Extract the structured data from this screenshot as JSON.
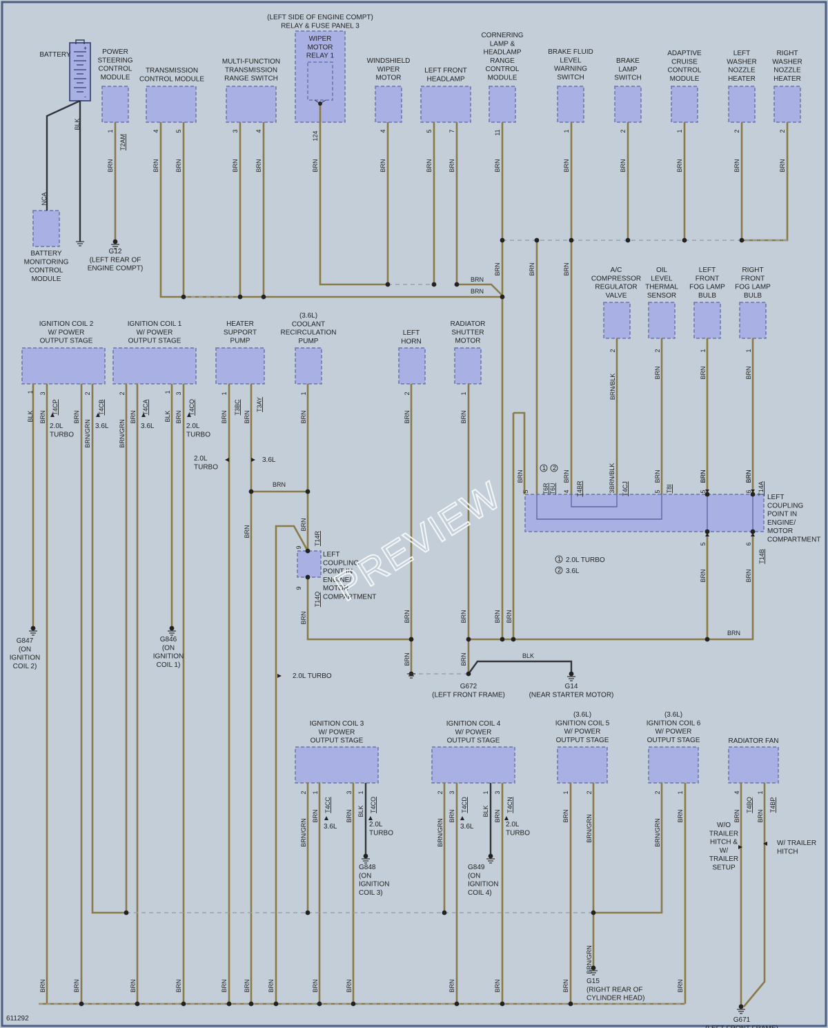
{
  "drawing_number": "611292",
  "watermark": "PREVIEW",
  "wire_colors": {
    "BRN": "#8a7a48",
    "BLK": "#33343a",
    "component_fill": "#a9b1e4",
    "bus": "#9aa0ac"
  },
  "legend": {
    "c1": "1",
    "t1": "2.0L TURBO",
    "c2": "2",
    "t2": "3.6L"
  },
  "components": [
    {
      "id": "battery",
      "lines": [
        "BATTERY"
      ]
    },
    {
      "id": "bmcm",
      "lines": [
        "BATTERY",
        "MONITORING",
        "CONTROL",
        "MODULE"
      ]
    },
    {
      "id": "pscm",
      "lines": [
        "POWER",
        "STEERING",
        "CONTROL",
        "MODULE"
      ]
    },
    {
      "id": "tcm",
      "lines": [
        "TRANSMISSION",
        "CONTROL MODULE"
      ]
    },
    {
      "id": "mfs",
      "lines": [
        "MULTI-FUNCTION",
        "TRANSMISSION",
        "RANGE SWITCH"
      ]
    },
    {
      "id": "relaypanel",
      "lines": [
        "(LEFT SIDE OF ENGINE COMPT)",
        "RELAY & FUSE PANEL 3"
      ]
    },
    {
      "id": "wiperrelay",
      "lines": [
        "WIPER",
        "MOTOR",
        "RELAY 1"
      ]
    },
    {
      "id": "wiper",
      "lines": [
        "WINDSHIELD",
        "WIPER",
        "MOTOR"
      ]
    },
    {
      "id": "lfhead",
      "lines": [
        "LEFT FRONT",
        "HEADLAMP"
      ]
    },
    {
      "id": "cornering",
      "lines": [
        "CORNERING",
        "LAMP &",
        "HEADLAMP",
        "RANGE",
        "CONTROL",
        "MODULE"
      ]
    },
    {
      "id": "brakefluid",
      "lines": [
        "BRAKE FLUID",
        "LEVEL",
        "WARNING",
        "SWITCH"
      ]
    },
    {
      "id": "brakelamp",
      "lines": [
        "BRAKE",
        "LAMP",
        "SWITCH"
      ]
    },
    {
      "id": "acc",
      "lines": [
        "ADAPTIVE",
        "CRUISE",
        "CONTROL",
        "MODULE"
      ]
    },
    {
      "id": "lwasher",
      "lines": [
        "LEFT",
        "WASHER",
        "NOZZLE",
        "HEATER"
      ]
    },
    {
      "id": "rwasher",
      "lines": [
        "RIGHT",
        "WASHER",
        "NOZZLE",
        "HEATER"
      ]
    },
    {
      "id": "accomp",
      "lines": [
        "A/C",
        "COMPRESSOR",
        "REGULATOR",
        "VALVE"
      ]
    },
    {
      "id": "oillevel",
      "lines": [
        "OIL",
        "LEVEL",
        "THERMAL",
        "SENSOR"
      ]
    },
    {
      "id": "lfog",
      "lines": [
        "LEFT",
        "FRONT",
        "FOG LAMP",
        "BULB"
      ]
    },
    {
      "id": "rfog",
      "lines": [
        "RIGHT",
        "FRONT",
        "FOG LAMP",
        "BULB"
      ]
    },
    {
      "id": "ic2",
      "lines": [
        "IGNITION COIL 2",
        "W/ POWER",
        "OUTPUT STAGE"
      ]
    },
    {
      "id": "ic1",
      "lines": [
        "IGNITION COIL 1",
        "W/ POWER",
        "OUTPUT STAGE"
      ]
    },
    {
      "id": "heater",
      "lines": [
        "HEATER",
        "SUPPORT",
        "PUMP"
      ]
    },
    {
      "id": "coolant",
      "lines": [
        "(3.6L)",
        "COOLANT",
        "RECIRCULATION",
        "PUMP"
      ]
    },
    {
      "id": "lhorn",
      "lines": [
        "LEFT",
        "HORN"
      ]
    },
    {
      "id": "radshutter",
      "lines": [
        "RADIATOR",
        "SHUTTER",
        "MOTOR"
      ]
    },
    {
      "id": "lcp1",
      "lines": [
        "LEFT",
        "COUPLING",
        "POINT IN",
        "ENGINE/",
        "MOTOR",
        "COMPARTMENT"
      ]
    },
    {
      "id": "lcp2",
      "lines": [
        "LEFT",
        "COUPLING",
        "POINT IN",
        "ENGINE/",
        "MOTOR",
        "COMPARTMENT"
      ]
    },
    {
      "id": "ic3",
      "lines": [
        "IGNITION COIL 3",
        "W/ POWER",
        "OUTPUT STAGE"
      ]
    },
    {
      "id": "ic4",
      "lines": [
        "IGNITION COIL 4",
        "W/ POWER",
        "OUTPUT STAGE"
      ]
    },
    {
      "id": "ic5",
      "lines": [
        "(3.6L)",
        "IGNITION COIL 5",
        "W/ POWER",
        "OUTPUT STAGE"
      ]
    },
    {
      "id": "ic6",
      "lines": [
        "(3.6L)",
        "IGNITION COIL 6",
        "W/ POWER",
        "OUTPUT STAGE"
      ]
    },
    {
      "id": "radfan",
      "lines": [
        "RADIATOR FAN"
      ]
    }
  ],
  "grounds": [
    {
      "id": "g12",
      "lines": [
        "G12",
        "(LEFT REAR OF",
        "ENGINE COMPT)"
      ]
    },
    {
      "id": "g847",
      "lines": [
        "G847",
        "(ON",
        "IGNITION",
        "COIL 2)"
      ]
    },
    {
      "id": "g846",
      "lines": [
        "G846",
        "(ON",
        "IGNITION",
        "COIL 1)"
      ]
    },
    {
      "id": "g672",
      "lines": [
        "G672",
        "(LEFT FRONT FRAME)"
      ]
    },
    {
      "id": "g14",
      "lines": [
        "G14",
        "(NEAR STARTER MOTOR)"
      ]
    },
    {
      "id": "g848",
      "lines": [
        "G848",
        "(ON",
        "IGNITION",
        "COIL 3)"
      ]
    },
    {
      "id": "g849",
      "lines": [
        "G849",
        "(ON",
        "IGNITION",
        "COIL 4)"
      ]
    },
    {
      "id": "g15",
      "lines": [
        "G15",
        "(RIGHT REAR OF",
        "CYLINDER HEAD)"
      ]
    },
    {
      "id": "g671",
      "lines": [
        "G671",
        "(LEFT FRONT FRAME)"
      ]
    }
  ],
  "notes": [
    {
      "id": "n_ic2_turbo",
      "lines": [
        "2.0L",
        "TURBO"
      ]
    },
    {
      "id": "n_ic2_36",
      "lines": [
        "3.6L"
      ]
    },
    {
      "id": "n_ic1_36",
      "lines": [
        "3.6L"
      ]
    },
    {
      "id": "n_ic1_turbo",
      "lines": [
        "2.0L",
        "TURBO"
      ]
    },
    {
      "id": "n_heat_turbo",
      "lines": [
        "2.0L",
        "TURBO"
      ]
    },
    {
      "id": "n_heat_36",
      "lines": [
        "3.6L"
      ]
    },
    {
      "id": "n_mid_turbo",
      "lines": [
        "2.0L TURBO"
      ]
    },
    {
      "id": "n_ic3_36",
      "lines": [
        "3.6L"
      ]
    },
    {
      "id": "n_ic3_turbo",
      "lines": [
        "2.0L",
        "TURBO"
      ]
    },
    {
      "id": "n_ic4_36",
      "lines": [
        "3.6L"
      ]
    },
    {
      "id": "n_ic4_turbo",
      "lines": [
        "2.0L",
        "TURBO"
      ]
    },
    {
      "id": "n_fan_wo",
      "lines": [
        "W/O",
        "TRAILER",
        "HITCH &",
        "W/",
        "TRAILER",
        "SETUP"
      ]
    },
    {
      "id": "n_fan_w",
      "lines": [
        "W/ TRAILER",
        "HITCH"
      ]
    }
  ],
  "vtext": [
    {
      "id": "v1",
      "t": "BLK"
    },
    {
      "id": "v2",
      "t": "NCA"
    },
    {
      "id": "v3",
      "t": "1"
    },
    {
      "id": "v4",
      "t": "T2AM"
    },
    {
      "id": "v5",
      "t": "BRN"
    },
    {
      "id": "v6",
      "t": "4"
    },
    {
      "id": "v7",
      "t": "5"
    },
    {
      "id": "v8",
      "t": "BRN"
    },
    {
      "id": "v9",
      "t": "BRN"
    },
    {
      "id": "v10",
      "t": "3"
    },
    {
      "id": "v11",
      "t": "4"
    },
    {
      "id": "v12",
      "t": "BRN"
    },
    {
      "id": "v13",
      "t": "BRN"
    },
    {
      "id": "v14",
      "t": "124"
    },
    {
      "id": "v15",
      "t": "BRN"
    },
    {
      "id": "v16",
      "t": "4"
    },
    {
      "id": "v17",
      "t": "BRN"
    },
    {
      "id": "v18",
      "t": "5"
    },
    {
      "id": "v19",
      "t": "7"
    },
    {
      "id": "v20",
      "t": "BRN"
    },
    {
      "id": "v21",
      "t": "BRN"
    },
    {
      "id": "v22",
      "t": "11"
    },
    {
      "id": "v23",
      "t": "BRN"
    },
    {
      "id": "v24",
      "t": "1"
    },
    {
      "id": "v25",
      "t": "BRN"
    },
    {
      "id": "v26",
      "t": "2"
    },
    {
      "id": "v27",
      "t": "BRN"
    },
    {
      "id": "v28",
      "t": "1"
    },
    {
      "id": "v29",
      "t": "BRN"
    },
    {
      "id": "v30",
      "t": "2"
    },
    {
      "id": "v31",
      "t": "BRN"
    },
    {
      "id": "v32",
      "t": "2"
    },
    {
      "id": "v33",
      "t": "BRN"
    },
    {
      "id": "v34",
      "t": "BRN"
    },
    {
      "id": "v35",
      "t": "BRN"
    },
    {
      "id": "v36",
      "t": "BRN"
    },
    {
      "id": "v37",
      "t": "BLK"
    },
    {
      "id": "v38",
      "t": "1"
    },
    {
      "id": "v39",
      "t": "BRN"
    },
    {
      "id": "v40",
      "t": "3"
    },
    {
      "id": "v41",
      "t": "T4CP"
    },
    {
      "id": "v42",
      "t": "BRN"
    },
    {
      "id": "v43",
      "t": "BRN/GRN"
    },
    {
      "id": "v44",
      "t": "2"
    },
    {
      "id": "v45",
      "t": "T4CB"
    },
    {
      "id": "v46",
      "t": "BRN/GRN"
    },
    {
      "id": "v47",
      "t": "2"
    },
    {
      "id": "v48",
      "t": "BRN"
    },
    {
      "id": "v49",
      "t": "T4CA"
    },
    {
      "id": "v50",
      "t": "BLK"
    },
    {
      "id": "v51",
      "t": "1"
    },
    {
      "id": "v52",
      "t": "BRN"
    },
    {
      "id": "v53",
      "t": "3"
    },
    {
      "id": "v54",
      "t": "T4CQ"
    },
    {
      "id": "v55",
      "t": "BRN"
    },
    {
      "id": "v56",
      "t": "1"
    },
    {
      "id": "v57",
      "t": "T3BC"
    },
    {
      "id": "v58",
      "t": "BRN"
    },
    {
      "id": "v59",
      "t": "T3AY"
    },
    {
      "id": "v60",
      "t": "1"
    },
    {
      "id": "v61",
      "t": "BRN"
    },
    {
      "id": "v62",
      "t": "2"
    },
    {
      "id": "v63",
      "t": "BRN"
    },
    {
      "id": "v64",
      "t": "1"
    },
    {
      "id": "v65",
      "t": "BRN"
    },
    {
      "id": "v66",
      "t": "2"
    },
    {
      "id": "v67",
      "t": "BRN/BLK"
    },
    {
      "id": "v68",
      "t": "2"
    },
    {
      "id": "v69",
      "t": "BRN"
    },
    {
      "id": "v70",
      "t": "1"
    },
    {
      "id": "v71",
      "t": "BRN"
    },
    {
      "id": "v72",
      "t": "1"
    },
    {
      "id": "v73",
      "t": "BRN"
    },
    {
      "id": "v74",
      "t": "BRN"
    },
    {
      "id": "v75",
      "t": "BRN"
    },
    {
      "id": "v76",
      "t": "BRN"
    },
    {
      "id": "v77",
      "t": "5"
    },
    {
      "id": "v78",
      "t": "T6R"
    },
    {
      "id": "v79",
      "t": "T6U"
    },
    {
      "id": "v80",
      "t": "BRN"
    },
    {
      "id": "v81",
      "t": "4"
    },
    {
      "id": "v82",
      "t": "T4BR"
    },
    {
      "id": "v83",
      "t": "BRN/BLK"
    },
    {
      "id": "v84",
      "t": "3"
    },
    {
      "id": "v85",
      "t": "T4CJ"
    },
    {
      "id": "v86",
      "t": "BRN"
    },
    {
      "id": "v87",
      "t": "5"
    },
    {
      "id": "v88",
      "t": "T8I"
    },
    {
      "id": "v89",
      "t": "BRN"
    },
    {
      "id": "v90",
      "t": "5"
    },
    {
      "id": "v91",
      "t": "BRN"
    },
    {
      "id": "v92",
      "t": "6"
    },
    {
      "id": "v93",
      "t": "T14A"
    },
    {
      "id": "v94",
      "t": "5"
    },
    {
      "id": "v95",
      "t": "BRN"
    },
    {
      "id": "v96",
      "t": "6"
    },
    {
      "id": "v97",
      "t": "T14B"
    },
    {
      "id": "v98",
      "t": "BRN"
    },
    {
      "id": "v99",
      "t": "BRN"
    },
    {
      "id": "v100",
      "t": "9"
    },
    {
      "id": "v101",
      "t": "T14R"
    },
    {
      "id": "v102",
      "t": "9"
    },
    {
      "id": "v103",
      "t": "T14Q"
    },
    {
      "id": "v104",
      "t": "BRN"
    },
    {
      "id": "v105",
      "t": "BRN"
    },
    {
      "id": "v106",
      "t": "BRN"
    },
    {
      "id": "v107",
      "t": "BRN"
    },
    {
      "id": "v108",
      "t": "BRN"
    },
    {
      "id": "v109",
      "t": "BRN"
    },
    {
      "id": "v110",
      "t": "BRN"
    },
    {
      "id": "v111",
      "t": "BRN/GRN"
    },
    {
      "id": "v112",
      "t": "2"
    },
    {
      "id": "v113",
      "t": "BRN"
    },
    {
      "id": "v114",
      "t": "1"
    },
    {
      "id": "v115",
      "t": "T4CC"
    },
    {
      "id": "v116",
      "t": "BRN"
    },
    {
      "id": "v117",
      "t": "3"
    },
    {
      "id": "v118",
      "t": "BLK"
    },
    {
      "id": "v119",
      "t": "1"
    },
    {
      "id": "v120",
      "t": "T4CO"
    },
    {
      "id": "v121",
      "t": "BRN/GRN"
    },
    {
      "id": "v122",
      "t": "2"
    },
    {
      "id": "v123",
      "t": "BRN"
    },
    {
      "id": "v124",
      "t": "3"
    },
    {
      "id": "v125",
      "t": "T4CD"
    },
    {
      "id": "v126",
      "t": "BLK"
    },
    {
      "id": "v127",
      "t": "1"
    },
    {
      "id": "v128",
      "t": "BRN"
    },
    {
      "id": "v129",
      "t": "3"
    },
    {
      "id": "v130",
      "t": "T4CN"
    },
    {
      "id": "v131",
      "t": "BRN"
    },
    {
      "id": "v132",
      "t": "1"
    },
    {
      "id": "v133",
      "t": "BRN/GRN"
    },
    {
      "id": "v134",
      "t": "2"
    },
    {
      "id": "v135",
      "t": "BRN/GRN"
    },
    {
      "id": "v136",
      "t": "2"
    },
    {
      "id": "v137",
      "t": "BRN"
    },
    {
      "id": "v138",
      "t": "1"
    },
    {
      "id": "v139",
      "t": "BRN"
    },
    {
      "id": "v140",
      "t": "4"
    },
    {
      "id": "v141",
      "t": "T4BQ"
    },
    {
      "id": "v142",
      "t": "BRN"
    },
    {
      "id": "v143",
      "t": "1"
    },
    {
      "id": "v144",
      "t": "T4BP"
    },
    {
      "id": "v145",
      "t": "BRN/GRN"
    },
    {
      "id": "v146",
      "t": "BRN"
    },
    {
      "id": "v147",
      "t": "BRN"
    },
    {
      "id": "v148",
      "t": "BRN"
    },
    {
      "id": "v149",
      "t": "BRN"
    },
    {
      "id": "v150",
      "t": "BRN"
    },
    {
      "id": "v151",
      "t": "BRN"
    },
    {
      "id": "v152",
      "t": "BRN"
    },
    {
      "id": "v153",
      "t": "BRN"
    },
    {
      "id": "v154",
      "t": "BRN"
    },
    {
      "id": "v155",
      "t": "BRN"
    },
    {
      "id": "v156",
      "t": "BRN"
    },
    {
      "id": "v157",
      "t": "BRN"
    },
    {
      "id": "v158",
      "t": "BRN"
    },
    {
      "id": "v159",
      "t": "BRN"
    }
  ],
  "htext": [
    {
      "id": "h1",
      "t": "BRN"
    },
    {
      "id": "h2",
      "t": "BRN"
    },
    {
      "id": "h3",
      "t": "BRN"
    },
    {
      "id": "h4",
      "t": "BLK"
    },
    {
      "id": "h5",
      "t": "BRN"
    }
  ]
}
